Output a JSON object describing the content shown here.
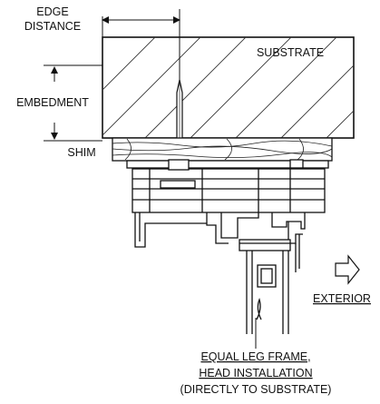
{
  "labels": {
    "edge_distance_1": "EDGE",
    "edge_distance_2": "DISTANCE",
    "substrate": "SUBSTRATE",
    "embedment": "EMBEDMENT",
    "shim": "SHIM",
    "exterior": "EXTERIOR",
    "caption_1": "EQUAL LEG FRAME,",
    "caption_2": "HEAD INSTALLATION",
    "caption_3": "(DIRECTLY TO SUBSTRATE)"
  },
  "colors": {
    "line": "#111111",
    "hatch": "#333333",
    "background": "#ffffff"
  }
}
